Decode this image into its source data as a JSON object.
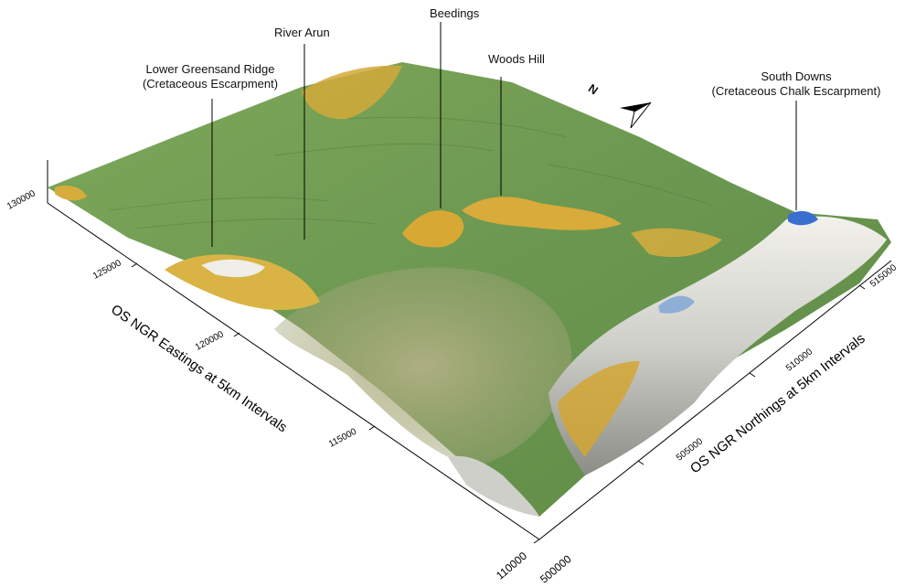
{
  "labels": {
    "lower_greensand": {
      "line1": "Lower Greensand Ridge",
      "line2": "(Cretaceous Escarpment)"
    },
    "river_arun": "River Arun",
    "beedings": "Beedings",
    "woods_hill": "Woods Hill",
    "south_downs": {
      "line1": "South Downs",
      "line2": "(Cretaceous Chalk Escarpment)"
    }
  },
  "north_arrow_letter": "N",
  "eastings_axis": {
    "title": "OS NGR Eastings at 5km Intervals",
    "ticks": [
      "130000",
      "125000",
      "120000",
      "115000",
      "110000"
    ]
  },
  "northings_axis": {
    "title": "OS NGR Northings at 5km Intervals",
    "ticks": [
      "500000",
      "505000",
      "510000",
      "515000"
    ]
  },
  "colors": {
    "lowland": "#6f9a4f",
    "vale": "#a8a77a",
    "ridge": "#d4a933",
    "chalk": "#e8e6df",
    "sky_highlight": "#3a6fd0"
  }
}
